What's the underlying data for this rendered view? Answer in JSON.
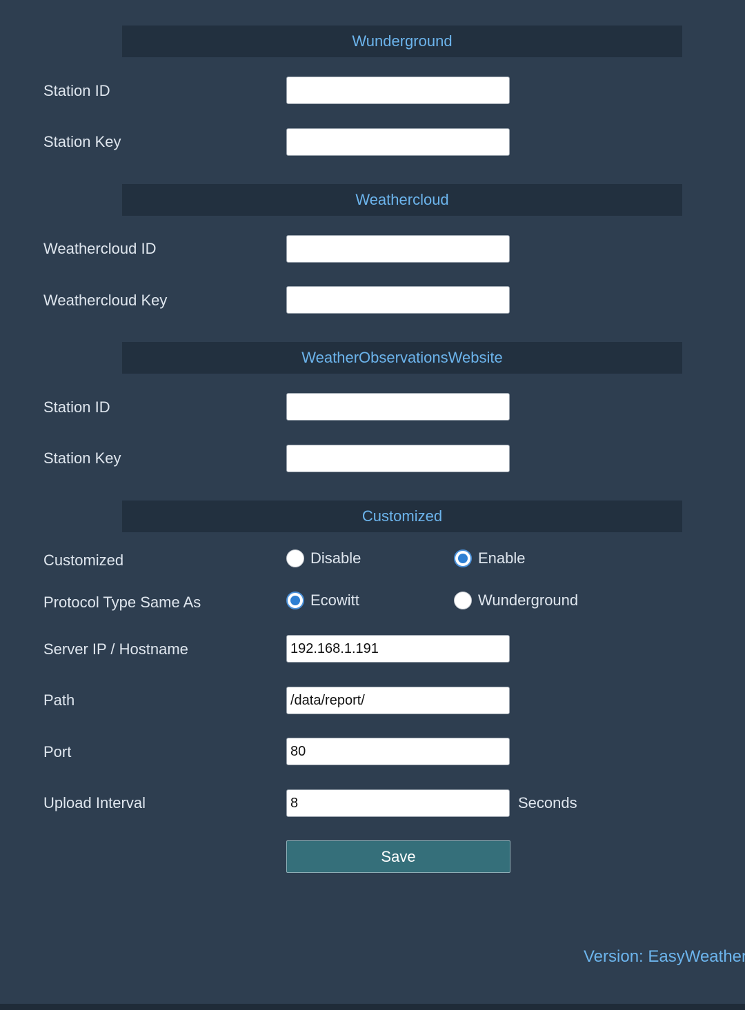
{
  "wunderground": {
    "title": "Wunderground",
    "station_id_label": "Station ID",
    "station_id_value": "",
    "station_key_label": "Station Key",
    "station_key_value": ""
  },
  "weathercloud": {
    "title": "Weathercloud",
    "id_label": "Weathercloud ID",
    "id_value": "",
    "key_label": "Weathercloud Key",
    "key_value": ""
  },
  "wow": {
    "title": "WeatherObservationsWebsite",
    "station_id_label": "Station ID",
    "station_id_value": "",
    "station_key_label": "Station Key",
    "station_key_value": ""
  },
  "customized": {
    "title": "Customized",
    "customized_label": "Customized",
    "options": {
      "disable": "Disable",
      "enable": "Enable"
    },
    "customized_selected": "Enable",
    "protocol_label": "Protocol Type Same As",
    "protocol_options": {
      "ecowitt": "Ecowitt",
      "wunderground": "Wunderground"
    },
    "protocol_selected": "Ecowitt",
    "server_label": "Server IP / Hostname",
    "server_value": "192.168.1.191",
    "path_label": "Path",
    "path_value": "/data/report/",
    "port_label": "Port",
    "port_value": "80",
    "interval_label": "Upload Interval",
    "interval_value": "8",
    "interval_unit": "Seconds",
    "save_label": "Save"
  },
  "footer": {
    "version": "Version: EasyWeather"
  },
  "colors": {
    "background": "#2e3e50",
    "section_header_bg": "#22303f",
    "accent_text": "#6cb4ec",
    "radio_checked": "#2d7fd3",
    "save_button": "#356f7a"
  }
}
